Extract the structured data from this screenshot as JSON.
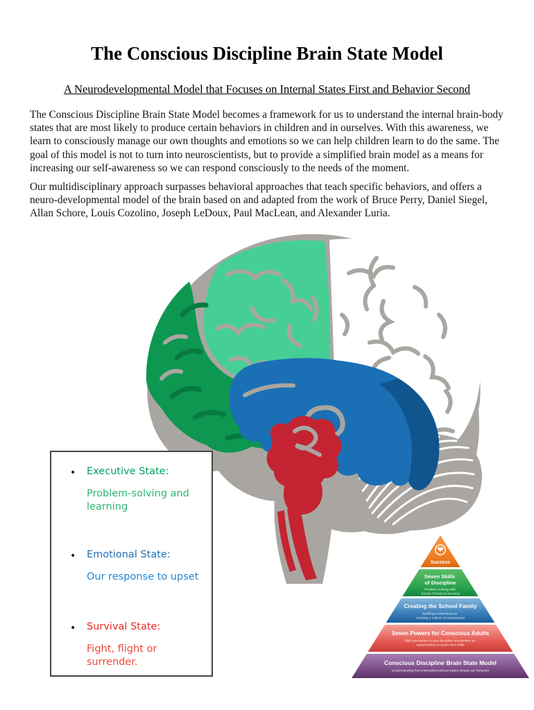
{
  "document": {
    "title": "The Conscious Discipline Brain State Model",
    "subtitle": "A Neurodevelopmental Model that Focuses on Internal States First and Behavior Second",
    "paragraphs": [
      "The Conscious Discipline Brain State Model becomes a framework for us to understand the internal brain-body states that are most likely to produce certain behaviors in children and in ourselves. With this awareness, we learn to consciously manage our own thoughts and emotions so we can help children learn to do the same. The goal of this model is not to turn into neuroscientists, but to provide a simplified brain model as a means for increasing our self-awareness so we can respond consciously to the needs of the moment.",
      "Our multidisciplinary approach surpasses behavioral approaches that teach specific behaviors, and offers a neuro-developmental model of the brain based on and adapted from the work of Bruce Perry, Daniel Siegel, Allan Schore, Louis Cozolino, Joseph LeDoux, Paul MacLean, and Alexander Luria."
    ]
  },
  "states_box": {
    "bullet_glyph": "•",
    "items": [
      {
        "label": "Executive State:",
        "description": "Problem-solving and learning",
        "label_color": "#00a25f",
        "desc_color": "#2cb674"
      },
      {
        "label": "Emotional State:",
        "description": "Our response to upset",
        "label_color": "#1c6fb8",
        "desc_color": "#1e87d6"
      },
      {
        "label": "Survival State:",
        "description": "Fight, flight or surrender.",
        "label_color": "#ea2a28",
        "desc_color": "#f14438"
      }
    ]
  },
  "brain": {
    "regions": [
      {
        "name": "executive-prefrontal",
        "colors": [
          "#45cf95",
          "#0d9751"
        ]
      },
      {
        "name": "emotional-limbic",
        "color": "#1b6fb5"
      },
      {
        "name": "survival-brainstem",
        "color": "#c42432"
      },
      {
        "name": "cortex",
        "color": "#ffffff"
      },
      {
        "name": "silhouette",
        "color": "#a9a6a2"
      }
    ]
  },
  "pyramid": {
    "levels": [
      {
        "label": "Success",
        "icon": "hands-heart-icon",
        "color": "#f08122",
        "label_lines": [
          "Success"
        ],
        "sub_lines": []
      },
      {
        "color": "#2ca04c",
        "label_lines": [
          "Seven Skills",
          "of Discipline"
        ],
        "sub_lines": [
          "Problem-solving with",
          "Social-Emotional learning"
        ]
      },
      {
        "color": "#3b82bd",
        "label_lines": [
          "Creating the School Family"
        ],
        "sub_lines": [
          "Building connections to",
          "creating a culture of compassion"
        ]
      },
      {
        "color": "#e4564f",
        "label_lines": [
          "Seven Powers for Conscious Adults"
        ],
        "sub_lines": [
          "Shift perception to see discipline encounters as",
          "opportunities to teach new skills"
        ]
      },
      {
        "color": "#7a4b86",
        "label_lines": [
          "Conscious Discipline Brain State Model"
        ],
        "sub_lines": [
          "Understanding how internal/emotional states dictate our behavior"
        ]
      }
    ]
  }
}
